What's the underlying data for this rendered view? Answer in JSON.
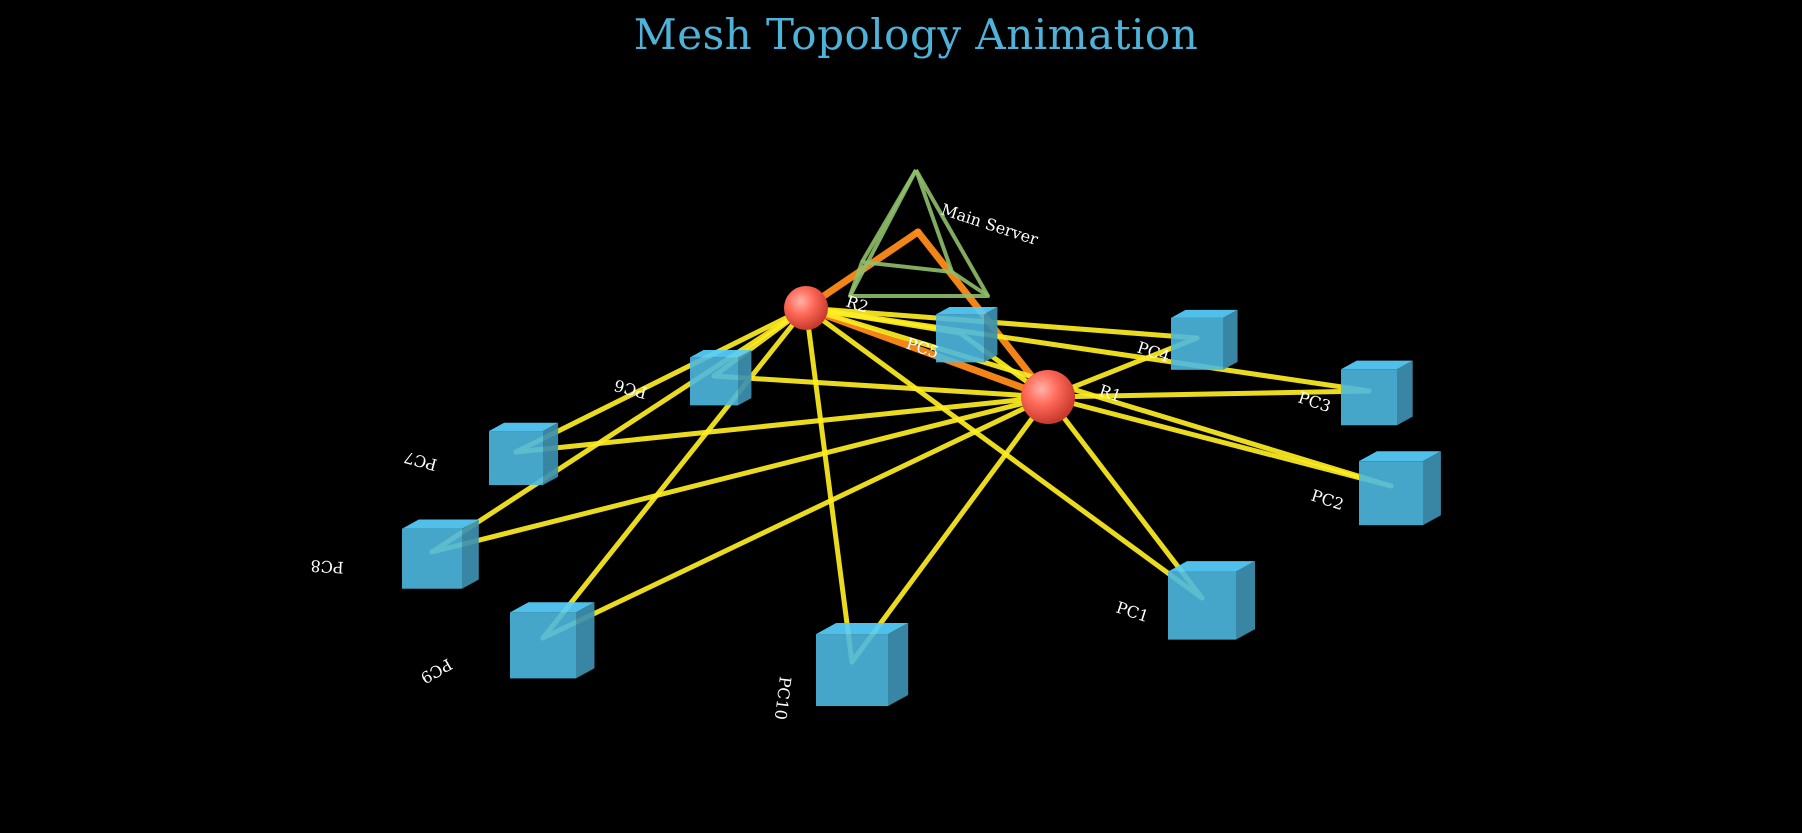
{
  "title": "Mesh Topology Animation",
  "colors": {
    "background": "#000000",
    "title": "#4fb3d9",
    "pc": "#4db8e0",
    "router": "#ff6b5a",
    "server": "#8fbf6a",
    "pc_link": "#ffee22",
    "backbone_link": "#ff8c1a",
    "label": "#ffffff"
  },
  "nodes": {
    "server": {
      "id": "server",
      "label": "Main Server",
      "type": "server",
      "icon": "pyramid-wireframe"
    },
    "routers": [
      {
        "id": "r1",
        "label": "R1",
        "type": "router",
        "icon": "sphere"
      },
      {
        "id": "r2",
        "label": "R2",
        "type": "router",
        "icon": "sphere"
      }
    ],
    "pcs": [
      {
        "id": "pc1",
        "label": "PC1",
        "icon": "cube"
      },
      {
        "id": "pc2",
        "label": "PC2",
        "icon": "cube"
      },
      {
        "id": "pc3",
        "label": "PC3",
        "icon": "cube"
      },
      {
        "id": "pc4",
        "label": "PC4",
        "icon": "cube"
      },
      {
        "id": "pc5",
        "label": "PC5",
        "icon": "cube"
      },
      {
        "id": "pc6",
        "label": "PC6",
        "icon": "cube"
      },
      {
        "id": "pc7",
        "label": "PC7",
        "icon": "cube"
      },
      {
        "id": "pc8",
        "label": "PC8",
        "icon": "cube"
      },
      {
        "id": "pc9",
        "label": "PC9",
        "icon": "cube"
      },
      {
        "id": "pc10",
        "label": "PC10",
        "icon": "cube"
      }
    ]
  },
  "edges": [
    {
      "from": "server",
      "to": "r1",
      "kind": "backbone"
    },
    {
      "from": "server",
      "to": "r2",
      "kind": "backbone"
    },
    {
      "from": "r1",
      "to": "r2",
      "kind": "backbone"
    },
    {
      "from": "r1",
      "to": "pc1",
      "kind": "link"
    },
    {
      "from": "r1",
      "to": "pc2",
      "kind": "link"
    },
    {
      "from": "r1",
      "to": "pc3",
      "kind": "link"
    },
    {
      "from": "r1",
      "to": "pc4",
      "kind": "link"
    },
    {
      "from": "r1",
      "to": "pc5",
      "kind": "link"
    },
    {
      "from": "r1",
      "to": "pc6",
      "kind": "link"
    },
    {
      "from": "r1",
      "to": "pc7",
      "kind": "link"
    },
    {
      "from": "r1",
      "to": "pc8",
      "kind": "link"
    },
    {
      "from": "r1",
      "to": "pc9",
      "kind": "link"
    },
    {
      "from": "r1",
      "to": "pc10",
      "kind": "link"
    },
    {
      "from": "r2",
      "to": "pc1",
      "kind": "link"
    },
    {
      "from": "r2",
      "to": "pc2",
      "kind": "link"
    },
    {
      "from": "r2",
      "to": "pc3",
      "kind": "link"
    },
    {
      "from": "r2",
      "to": "pc4",
      "kind": "link"
    },
    {
      "from": "r2",
      "to": "pc5",
      "kind": "link"
    },
    {
      "from": "r2",
      "to": "pc6",
      "kind": "link"
    },
    {
      "from": "r2",
      "to": "pc7",
      "kind": "link"
    },
    {
      "from": "r2",
      "to": "pc8",
      "kind": "link"
    },
    {
      "from": "r2",
      "to": "pc9",
      "kind": "link"
    },
    {
      "from": "r2",
      "to": "pc10",
      "kind": "link"
    }
  ]
}
